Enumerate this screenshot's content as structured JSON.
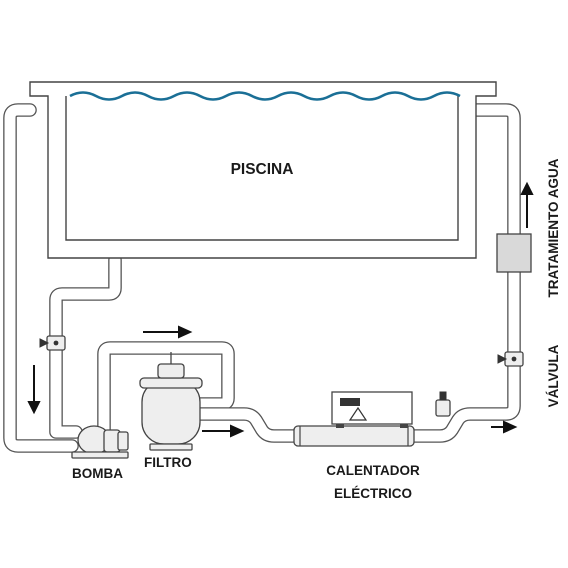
{
  "labels": {
    "pool": "PISCINA",
    "pump": "BOMBA",
    "filter": "FILTRO",
    "heater_line1": "CALENTADOR",
    "heater_line2": "ELÉCTRICO",
    "water_treatment": "TRATAMIENTO AGUA",
    "valve": "VÁLVULA"
  },
  "colors": {
    "water": "#1a6f96",
    "line": "#444444",
    "fill": "#eeeeee"
  },
  "icons": {
    "heater_warning": "warning-triangle-icon",
    "flow_arrows": "arrow-icon"
  }
}
